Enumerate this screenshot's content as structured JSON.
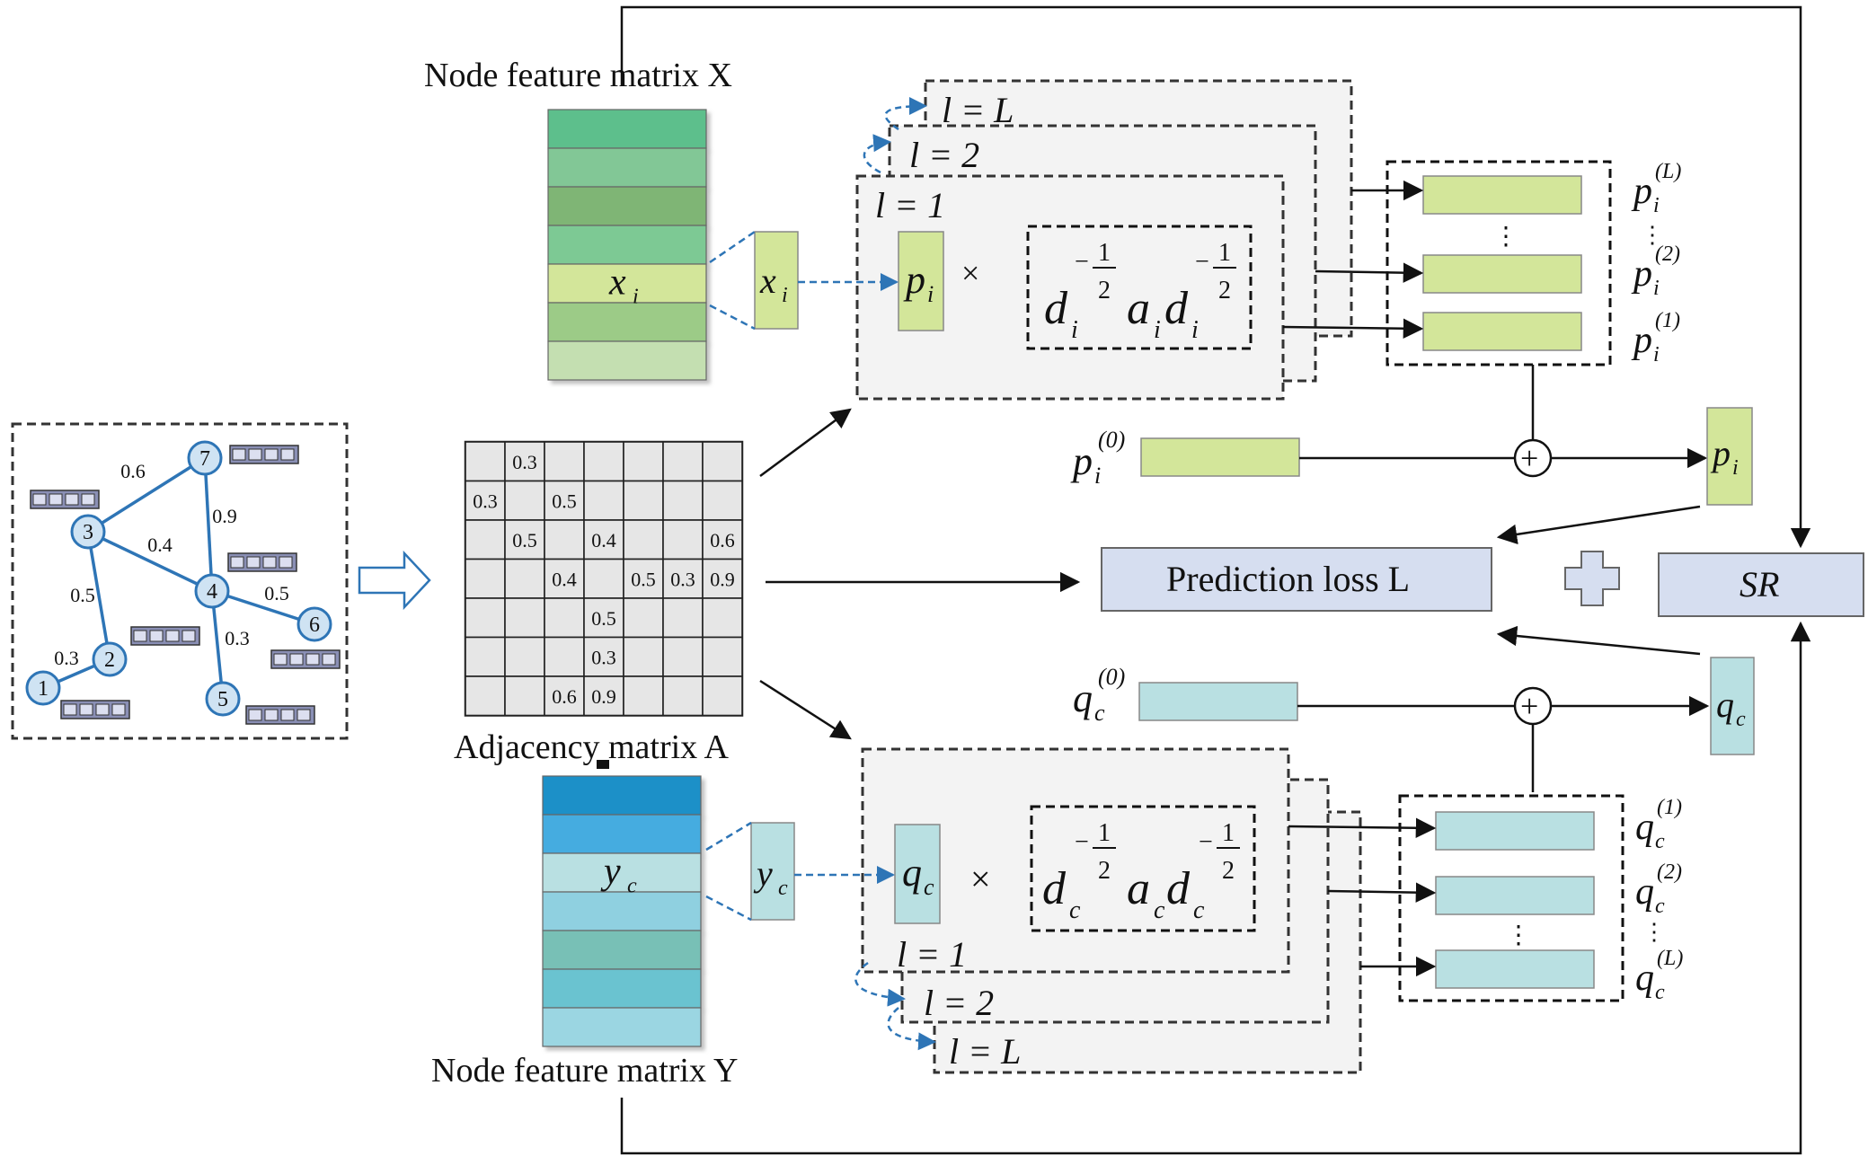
{
  "labels": {
    "node_feature_x": "Node feature matrix X",
    "node_feature_y": "Node feature matrix Y",
    "adjacency": "Adjacency matrix A",
    "prediction_loss": "Prediction loss L",
    "sr": "SR",
    "xi": "x",
    "xi_sub": "i",
    "yc": "y",
    "yc_sub": "c",
    "l_eq_L": "l = L",
    "l_eq_2": "l = 2",
    "l_eq_1": "l = 1",
    "times": "×",
    "p": "p",
    "q": "q",
    "d": "d",
    "a": "a",
    "sub_i": "i",
    "sub_c": "c",
    "half_num": "1",
    "half_den": "2",
    "neg": "−",
    "sup_L": "(L)",
    "sup_2": "(2)",
    "sup_1": "(1)",
    "sup_0": "(0)",
    "vdots": "⋮",
    "plus": "+"
  },
  "graph": {
    "nodes": [
      "1",
      "2",
      "3",
      "4",
      "5",
      "6",
      "7"
    ],
    "edge_weights": [
      "0.6",
      "0.9",
      "0.4",
      "0.5",
      "0.3",
      "0.5",
      "0.3"
    ]
  },
  "adjacency_cells": [
    [
      "",
      "0.3",
      "",
      "",
      "",
      "",
      ""
    ],
    [
      "0.3",
      "",
      "0.5",
      "",
      "",
      "",
      ""
    ],
    [
      "",
      "0.5",
      "",
      "0.4",
      "",
      "",
      "0.6"
    ],
    [
      "",
      "",
      "0.4",
      "",
      "0.5",
      "0.3",
      "0.9"
    ],
    [
      "",
      "",
      "",
      "0.5",
      "",
      "",
      ""
    ],
    [
      "",
      "",
      "",
      "0.3",
      "",
      "",
      ""
    ],
    [
      "",
      "",
      "0.6",
      "0.9",
      "",
      "",
      ""
    ]
  ],
  "colors": {
    "x_rows": [
      "#5dbf8c",
      "#82c796",
      "#7fb574",
      "#7dc994",
      "#d3e69a",
      "#9ccb87",
      "#c4dfb1"
    ],
    "y_rows": [
      "#1a90c8",
      "#44ace0",
      "#b9e0e2",
      "#8fd0e0",
      "#78c0b6",
      "#6ac3d0",
      "#9bd6e2"
    ],
    "green": "#d3e69a",
    "teal": "#b9e0e2",
    "loss_box": "#d6def0",
    "node": "#cfe3f3",
    "edge": "#2e75b6",
    "dashed_arrow": "#2e75b6"
  }
}
